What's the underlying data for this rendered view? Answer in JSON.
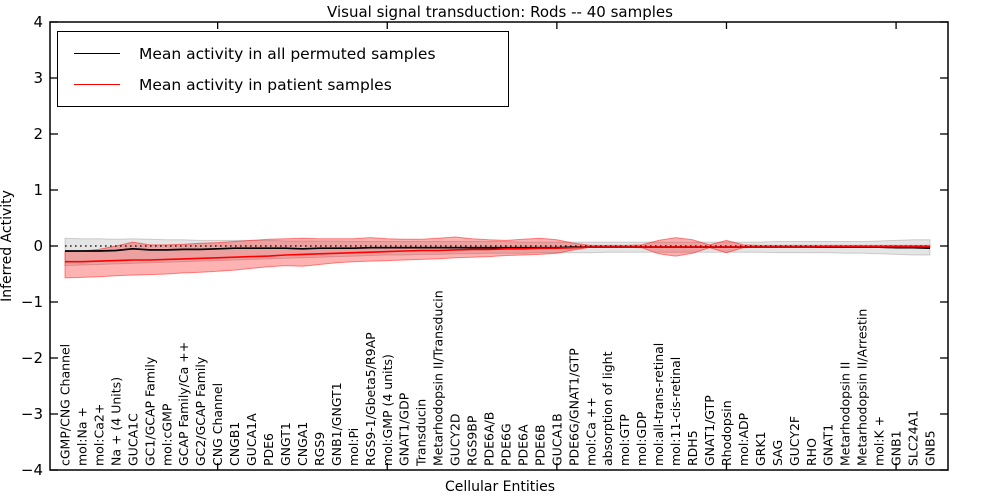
{
  "chart_data": {
    "type": "line",
    "title": "Visual signal transduction: Rods -- 40 samples",
    "xlabel": "Cellular Entities",
    "ylabel": "Inferred Activity",
    "ylim": [
      -4,
      4
    ],
    "grid": false,
    "yticks": [
      {
        "value": 4,
        "label": "4"
      },
      {
        "value": 3,
        "label": "3"
      },
      {
        "value": 2,
        "label": "2"
      },
      {
        "value": 1,
        "label": "1"
      },
      {
        "value": 0,
        "label": "0"
      },
      {
        "value": -1,
        "label": "−1"
      },
      {
        "value": -2,
        "label": "−2"
      },
      {
        "value": -3,
        "label": "−3"
      },
      {
        "value": -4,
        "label": "−4"
      }
    ],
    "x_major_tick_indices": [
      9,
      19,
      29,
      39,
      49
    ],
    "zero_line": {
      "y": 0,
      "style": "dotted",
      "color": "#000000"
    },
    "categories": [
      "cGMP/CNG Channel",
      "mol:Na +",
      "mol:Ca2+",
      "Na + (4 Units)",
      "GUCA1C",
      "GC1/GCAP Family",
      "mol:cGMP",
      "GCAP Family/Ca ++",
      "GC2/GCAP Family",
      "CNG Channel",
      "CNGB1",
      "GUCA1A",
      "PDE6",
      "GNGT1",
      "CNGA1",
      "RGS9",
      "GNB1/GNGT1",
      "mol:Pi",
      "RGS9-1/Gbeta5/R9AP",
      "mol:GMP (4 units)",
      "GNAT1/GDP",
      "Transducin",
      "Metarhodopsin II/Transducin",
      "GUCY2D",
      "RGS9BP",
      "PDE6A/B",
      "PDE6G",
      "PDE6A",
      "PDE6B",
      "GUCA1B",
      "PDE6G/GNAT1/GTP",
      "mol:Ca ++",
      "absorption of light",
      "mol:GTP",
      "mol:GDP",
      "mol:all-trans-retinal",
      "mol:11-cis-retinal",
      "RDH5",
      "GNAT1/GTP",
      "Rhodopsin",
      "mol:ADP",
      "GRK1",
      "SAG",
      "GUCY2F",
      "RHO",
      "GNAT1",
      "Metarhodopsin II",
      "Metarhodopsin II/Arrestin",
      "mol:K +",
      "GNB1",
      "SLC24A1",
      "GNB5"
    ],
    "series": [
      {
        "name": "Mean activity in all permuted samples",
        "color": "#000000",
        "line_width": 1.7,
        "values": [
          -0.09,
          -0.09,
          -0.09,
          -0.08,
          -0.05,
          -0.07,
          -0.07,
          -0.06,
          -0.06,
          -0.05,
          -0.04,
          -0.04,
          -0.04,
          -0.04,
          -0.05,
          -0.04,
          -0.04,
          -0.04,
          -0.03,
          -0.03,
          -0.03,
          -0.03,
          -0.03,
          -0.03,
          -0.03,
          -0.03,
          -0.03,
          -0.03,
          -0.03,
          -0.03,
          -0.02,
          -0.02,
          -0.02,
          -0.02,
          -0.02,
          -0.02,
          -0.02,
          -0.02,
          -0.02,
          -0.02,
          -0.02,
          -0.02,
          -0.02,
          -0.02,
          -0.02,
          -0.02,
          -0.02,
          -0.02,
          -0.02,
          -0.03,
          -0.03,
          -0.04
        ],
        "band": {
          "fill": "#000000",
          "opacity": 0.1,
          "edge_opacity": 0.16,
          "upper": [
            0.14,
            0.13,
            0.13,
            0.12,
            0.13,
            0.12,
            0.11,
            0.11,
            0.1,
            0.1,
            0.1,
            0.1,
            0.1,
            0.09,
            0.09,
            0.09,
            0.09,
            0.08,
            0.08,
            0.08,
            0.08,
            0.08,
            0.08,
            0.08,
            0.08,
            0.08,
            0.08,
            0.07,
            0.07,
            0.07,
            0.07,
            0.07,
            0.07,
            0.07,
            0.07,
            0.07,
            0.07,
            0.07,
            0.07,
            0.07,
            0.07,
            0.07,
            0.08,
            0.08,
            0.08,
            0.08,
            0.08,
            0.08,
            0.09,
            0.1,
            0.11,
            0.11
          ],
          "lower": [
            -0.35,
            -0.34,
            -0.33,
            -0.32,
            -0.31,
            -0.3,
            -0.29,
            -0.28,
            -0.27,
            -0.26,
            -0.25,
            -0.24,
            -0.23,
            -0.22,
            -0.21,
            -0.2,
            -0.19,
            -0.18,
            -0.17,
            -0.16,
            -0.16,
            -0.15,
            -0.15,
            -0.14,
            -0.14,
            -0.13,
            -0.13,
            -0.13,
            -0.12,
            -0.12,
            -0.12,
            -0.12,
            -0.11,
            -0.11,
            -0.11,
            -0.11,
            -0.11,
            -0.11,
            -0.11,
            -0.11,
            -0.11,
            -0.11,
            -0.12,
            -0.12,
            -0.12,
            -0.12,
            -0.13,
            -0.13,
            -0.14,
            -0.15,
            -0.16,
            -0.16
          ]
        }
      },
      {
        "name": "Mean activity in patient samples",
        "color": "#ff0000",
        "line_width": 1.6,
        "values": [
          -0.28,
          -0.28,
          -0.27,
          -0.26,
          -0.25,
          -0.25,
          -0.24,
          -0.23,
          -0.22,
          -0.21,
          -0.2,
          -0.19,
          -0.18,
          -0.16,
          -0.15,
          -0.14,
          -0.13,
          -0.12,
          -0.11,
          -0.1,
          -0.09,
          -0.08,
          -0.08,
          -0.07,
          -0.06,
          -0.06,
          -0.05,
          -0.05,
          -0.04,
          -0.04,
          -0.03,
          -0.02,
          -0.02,
          -0.02,
          -0.02,
          -0.02,
          -0.02,
          -0.02,
          -0.02,
          -0.02,
          -0.02,
          -0.02,
          -0.02,
          -0.02,
          -0.02,
          -0.01,
          -0.01,
          -0.01,
          -0.01,
          -0.01,
          -0.01,
          -0.01
        ],
        "band": {
          "fill": "#ff0000",
          "opacity": 0.3,
          "edge_opacity": 0.45,
          "upper": [
            -0.1,
            -0.09,
            -0.06,
            0.0,
            0.07,
            0.02,
            0.02,
            0.03,
            0.05,
            0.06,
            0.08,
            0.1,
            0.12,
            0.13,
            0.14,
            0.13,
            0.13,
            0.13,
            0.15,
            0.13,
            0.12,
            0.12,
            0.14,
            0.16,
            0.13,
            0.11,
            0.1,
            0.12,
            0.14,
            0.11,
            0.05,
            0.01,
            0.01,
            0.01,
            0.02,
            0.1,
            0.15,
            0.11,
            0.02,
            0.1,
            0.02,
            0.01,
            0.01,
            0.01,
            0.01,
            0.01,
            0.01,
            0.01,
            0.01,
            0.01,
            0.01,
            0.01
          ],
          "lower": [
            -0.57,
            -0.56,
            -0.55,
            -0.53,
            -0.52,
            -0.51,
            -0.5,
            -0.48,
            -0.47,
            -0.45,
            -0.43,
            -0.4,
            -0.37,
            -0.35,
            -0.36,
            -0.33,
            -0.3,
            -0.28,
            -0.27,
            -0.26,
            -0.25,
            -0.24,
            -0.23,
            -0.21,
            -0.2,
            -0.19,
            -0.17,
            -0.16,
            -0.15,
            -0.13,
            -0.07,
            -0.02,
            -0.02,
            -0.02,
            -0.03,
            -0.14,
            -0.18,
            -0.13,
            -0.03,
            -0.12,
            -0.03,
            -0.02,
            -0.02,
            -0.02,
            -0.02,
            -0.02,
            -0.02,
            -0.02,
            -0.02,
            -0.02,
            -0.02,
            -0.02
          ]
        }
      }
    ],
    "legend": {
      "position": "upper left",
      "items": [
        {
          "label": "Mean activity in all permuted samples",
          "color": "#000000"
        },
        {
          "label": "Mean activity in patient samples",
          "color": "#ff0000"
        }
      ]
    }
  }
}
